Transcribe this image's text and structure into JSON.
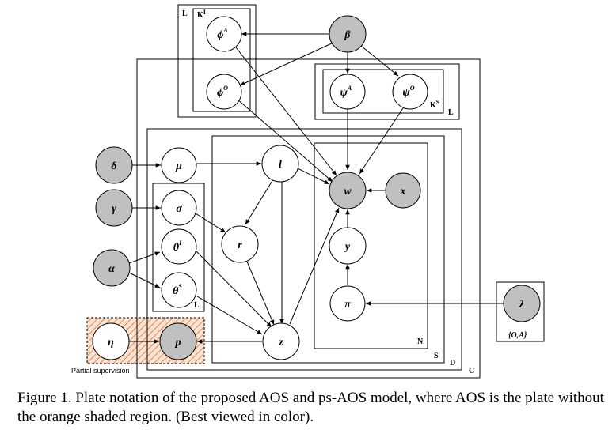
{
  "nodes": {
    "beta": {
      "base": "β",
      "sup": ""
    },
    "phi_a": {
      "base": "ϕ",
      "sup": "A"
    },
    "phi_o": {
      "base": "ϕ",
      "sup": "O"
    },
    "psi_a": {
      "base": "ψ",
      "sup": "A"
    },
    "psi_o": {
      "base": "ψ",
      "sup": "O"
    },
    "delta": {
      "base": "δ",
      "sup": ""
    },
    "mu": {
      "base": "μ",
      "sup": ""
    },
    "l": {
      "base": "l",
      "sup": ""
    },
    "w": {
      "base": "w",
      "sup": ""
    },
    "x": {
      "base": "x",
      "sup": ""
    },
    "gamma": {
      "base": "γ",
      "sup": ""
    },
    "sigma": {
      "base": "σ",
      "sup": ""
    },
    "r": {
      "base": "r",
      "sup": ""
    },
    "y": {
      "base": "y",
      "sup": ""
    },
    "alpha": {
      "base": "α",
      "sup": ""
    },
    "theta_i": {
      "base": "θ",
      "sup": "I"
    },
    "theta_s": {
      "base": "θ",
      "sup": "S"
    },
    "pi": {
      "base": "π",
      "sup": ""
    },
    "lambda": {
      "base": "λ",
      "sup": ""
    },
    "eta": {
      "base": "η",
      "sup": ""
    },
    "p": {
      "base": "p",
      "sup": ""
    },
    "z": {
      "base": "z",
      "sup": ""
    }
  },
  "plates": {
    "phi_outer": "L",
    "phi_inner": "K",
    "phi_inner_sup": "I",
    "psi_outer": "L",
    "psi_inner": "K",
    "psi_inner_sup": "S",
    "theta": "L",
    "n": "N",
    "s": "S",
    "d": "D",
    "c": "C",
    "lambda_set": "{O,A}"
  },
  "partial_supervision_label": "Partial supervision",
  "colors": {
    "observed_fill": "#c0c0c0",
    "latent_fill": "#ffffff",
    "stroke": "#000000",
    "shaded_region": "#e8a07a"
  },
  "caption": "Figure 1.  Plate notation of the proposed AOS and ps-AOS model, where AOS is the plate without the orange shaded region. (Best viewed in color)."
}
